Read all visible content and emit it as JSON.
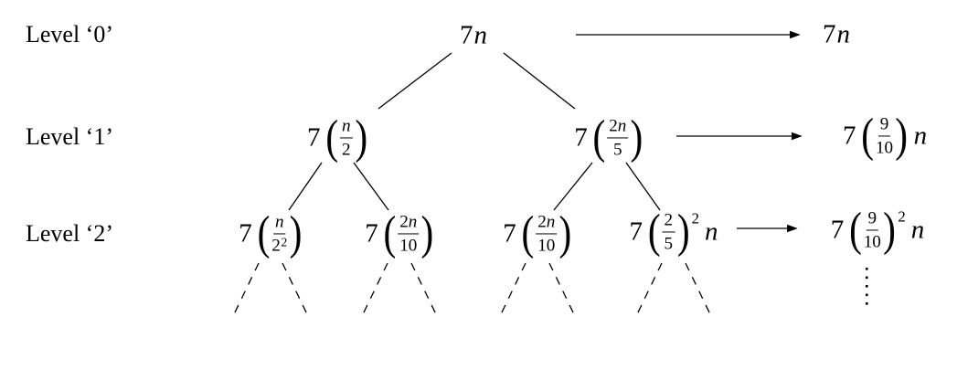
{
  "colors": {
    "background": "#ffffff",
    "ink": "#000000"
  },
  "syntax": {
    "open_paren": "(",
    "close_paren": ")"
  },
  "row_labels": [
    {
      "text": "Level ‘0’"
    },
    {
      "text": "Level ‘1’"
    },
    {
      "text": "Level ‘2’"
    }
  ],
  "nodes": {
    "root": {
      "coeff": "7",
      "var": "n"
    },
    "l1_left": {
      "coeff": "7",
      "num_var": "n",
      "den": "2"
    },
    "l1_right": {
      "coeff": "7",
      "num_coeff": "2",
      "num_var": "n",
      "den": "5"
    },
    "l2_n1": {
      "coeff": "7",
      "num_var": "n",
      "den_base": "2",
      "den_exp": "2"
    },
    "l2_n2": {
      "coeff": "7",
      "num_coeff": "2",
      "num_var": "n",
      "den": "10"
    },
    "l2_n3": {
      "coeff": "7",
      "num_coeff": "2",
      "num_var": "n",
      "den": "10"
    },
    "l2_n4": {
      "coeff": "7",
      "num": "2",
      "den": "5",
      "exp": "2",
      "tail_var": "n"
    }
  },
  "results": {
    "level0": {
      "coeff": "7",
      "var": "n"
    },
    "level1": {
      "coeff": "7",
      "num": "9",
      "den": "10",
      "tail_var": "n"
    },
    "level2": {
      "coeff": "7",
      "num": "9",
      "den": "10",
      "exp": "2",
      "tail_var": "n"
    }
  }
}
